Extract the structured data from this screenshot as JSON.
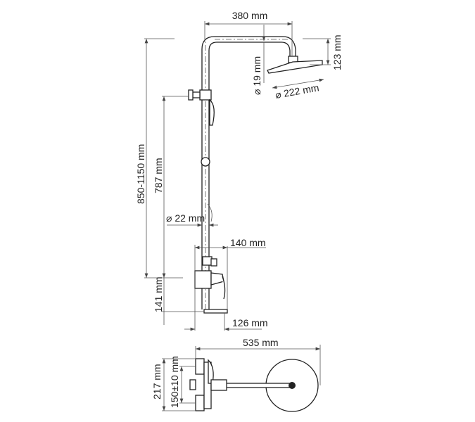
{
  "dimensions": {
    "arm_length": "380 mm",
    "arm_diameter": "⌀ 19 mm",
    "head_height": "123 mm",
    "head_diameter": "⌀ 222 mm",
    "height_range": "850-1150 mm",
    "column_height": "787 mm",
    "column_diameter": "⌀ 22 mm",
    "mixer_depth": "140 mm",
    "mixer_height": "141 mm",
    "spout_depth": "126 mm",
    "total_projection": "535 mm",
    "top_width": "217 mm",
    "inlet_spacing": "150±10 mm"
  }
}
